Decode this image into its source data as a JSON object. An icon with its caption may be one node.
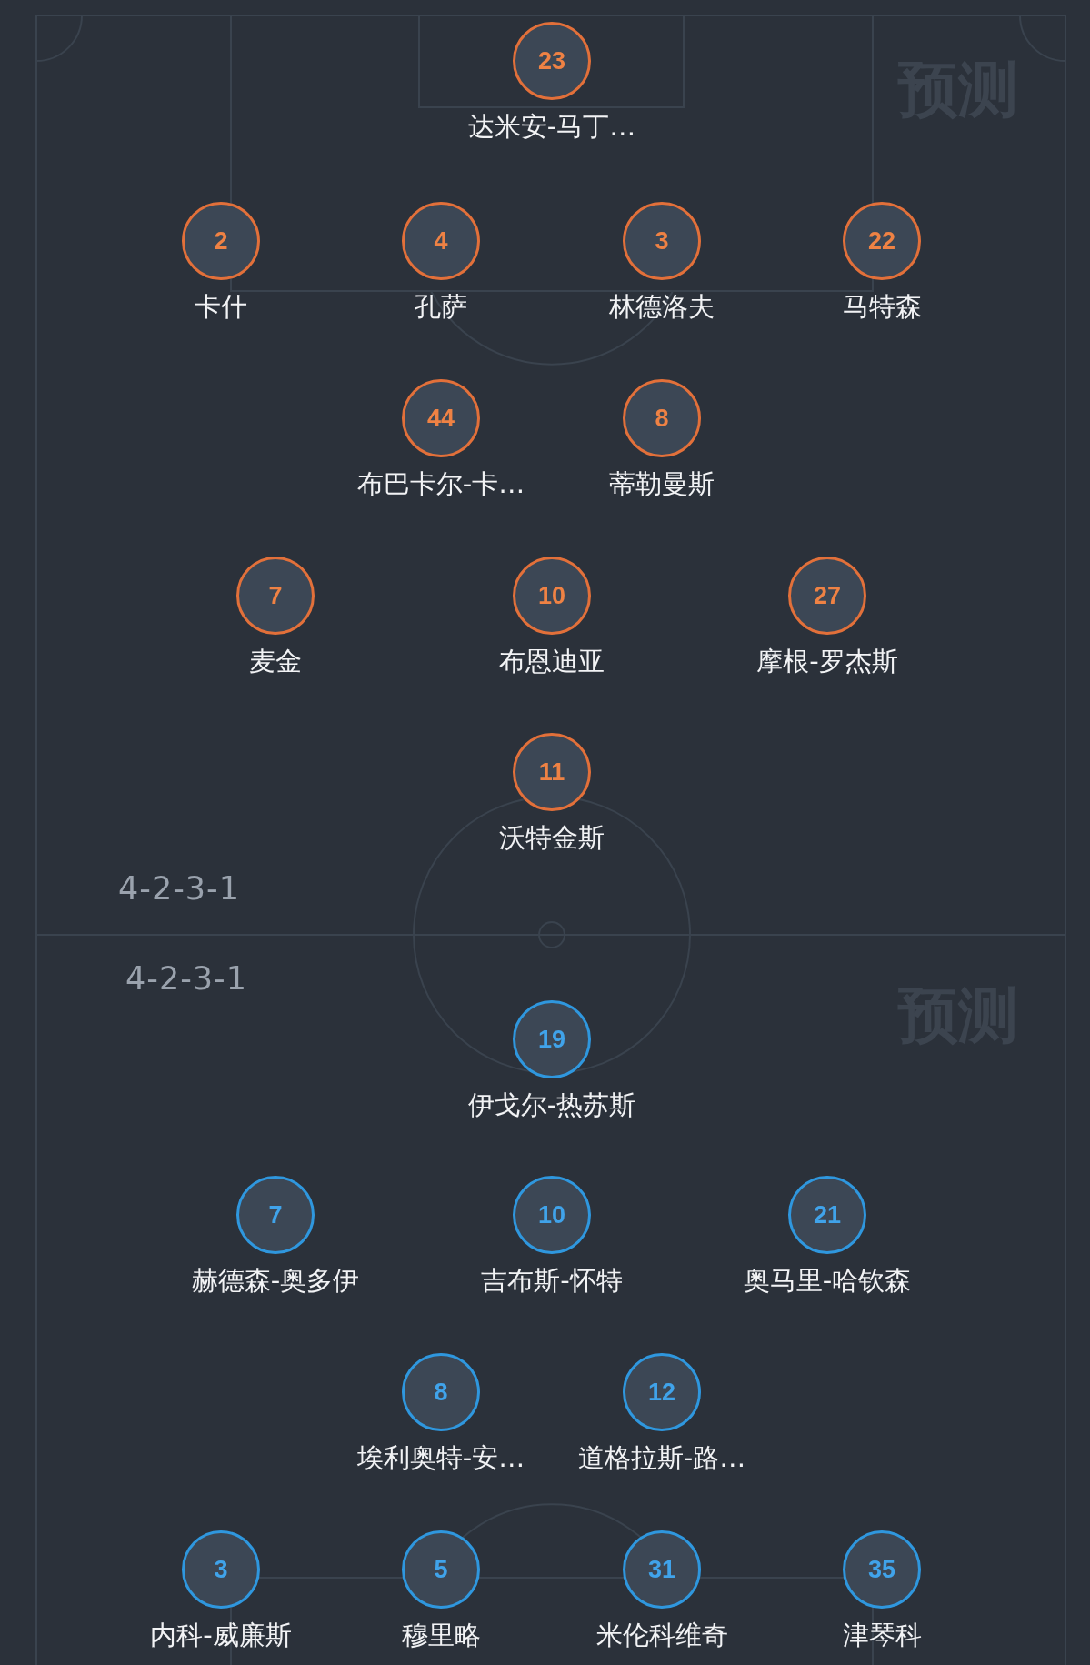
{
  "diagram": {
    "nodes": [
      {
        "text": [
          "23"
        ],
        "beside": [
          "达米安-马丁…"
        ]
      },
      {
        "text": [
          "2"
        ],
        "beside": [
          "卡什"
        ]
      },
      {
        "text": [
          "4"
        ],
        "beside": [
          "孔萨"
        ]
      },
      {
        "text": [
          "3"
        ],
        "beside": [
          "林德洛夫"
        ]
      },
      {
        "text": [
          "22"
        ],
        "beside": [
          "马特森"
        ]
      },
      {
        "text": [
          "44"
        ],
        "beside": [
          "布巴卡尔-卡…"
        ]
      },
      {
        "text": [
          "8"
        ],
        "beside": [
          "蒂勒曼斯"
        ]
      },
      {
        "text": [
          "7"
        ],
        "beside": [
          "麦金"
        ]
      },
      {
        "text": [
          "10"
        ],
        "beside": [
          "布恩迪亚"
        ]
      },
      {
        "text": [
          "27"
        ],
        "beside": [
          "摩根-罗杰斯"
        ]
      },
      {
        "text": [
          "11"
        ],
        "beside": [
          "沃特金斯"
        ]
      },
      {
        "text": [
          "19"
        ],
        "beside": [
          "伊戈尔-热苏斯"
        ]
      },
      {
        "text": [
          "7"
        ],
        "beside": [
          "赫德森-奥多伊"
        ]
      },
      {
        "text": [
          "10"
        ],
        "beside": [
          "吉布斯-怀特"
        ]
      },
      {
        "text": [
          "21"
        ],
        "beside": [
          "奥马里-哈钦森"
        ]
      },
      {
        "text": [
          "8"
        ],
        "beside": [
          "埃利奥特-安…"
        ]
      },
      {
        "text": [
          "12"
        ],
        "beside": [
          "道格拉斯-路…"
        ]
      },
      {
        "text": [
          "3"
        ],
        "beside": [
          "内科-威廉斯"
        ]
      },
      {
        "text": [
          "5"
        ],
        "beside": [
          "穆里略"
        ]
      },
      {
        "text": [
          "31"
        ],
        "beside": [
          "米伦科维奇"
        ]
      },
      {
        "text": [
          "35"
        ],
        "beside": [
          "津琴科"
        ]
      }
    ],
    "labels": [
      "预测",
      "4-2-3-1",
      "4-2-3-1",
      "预测"
    ]
  }
}
